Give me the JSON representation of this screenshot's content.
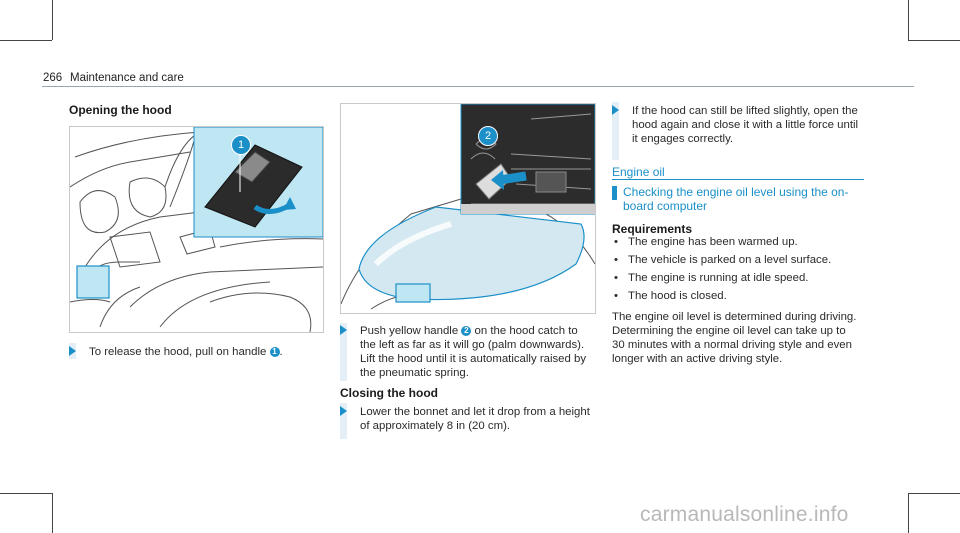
{
  "header": {
    "page_number": "266",
    "section": "Maintenance and care"
  },
  "left": {
    "heading": "Opening the hood",
    "step1_pre": "To release the hood, pull on handle",
    "step1_num": "1",
    "step1_post": "."
  },
  "middle": {
    "step2_a": "Push yellow handle",
    "step2_num": "2",
    "step2_b": "on the hood catch to",
    "step2_l2": "the left as far as it will go (palm downwards).",
    "step2_l3": "Lift the hood until it is automatically raised by",
    "step2_l4": "the pneumatic spring.",
    "closing_heading": "Closing the hood",
    "step3_l1": "Lower the bonnet and let it drop from a height",
    "step3_l2": "of approximately 8 in (20 cm)."
  },
  "right": {
    "step4_l1": "If the hood can still be lifted slightly, open the",
    "step4_l2": "hood again and close it with a little force until",
    "step4_l3": "it engages correctly.",
    "engine_oil": "Engine oil",
    "sub_heading_l1": "Checking the engine oil level using the on-",
    "sub_heading_l2": "board computer",
    "requirements": "Requirements",
    "bullet_char": "•",
    "bullets": [
      "The engine has been warmed up.",
      "The vehicle is parked on a level surface.",
      "The engine is running at idle speed.",
      "The hood is closed."
    ],
    "para_l1": "The engine oil level is determined during driving.",
    "para_l2": "Determining the engine oil level can take up to",
    "para_l3": "30 minutes with a normal driving style and even",
    "para_l4": "longer with an active driving style."
  },
  "figures": {
    "callout_1": "1",
    "callout_2": "2"
  },
  "watermark": "carmanualsonline.info",
  "colors": {
    "accent": "#1b8fc8",
    "highlight": "#bfe6f3",
    "bar": "#e3eef6"
  }
}
